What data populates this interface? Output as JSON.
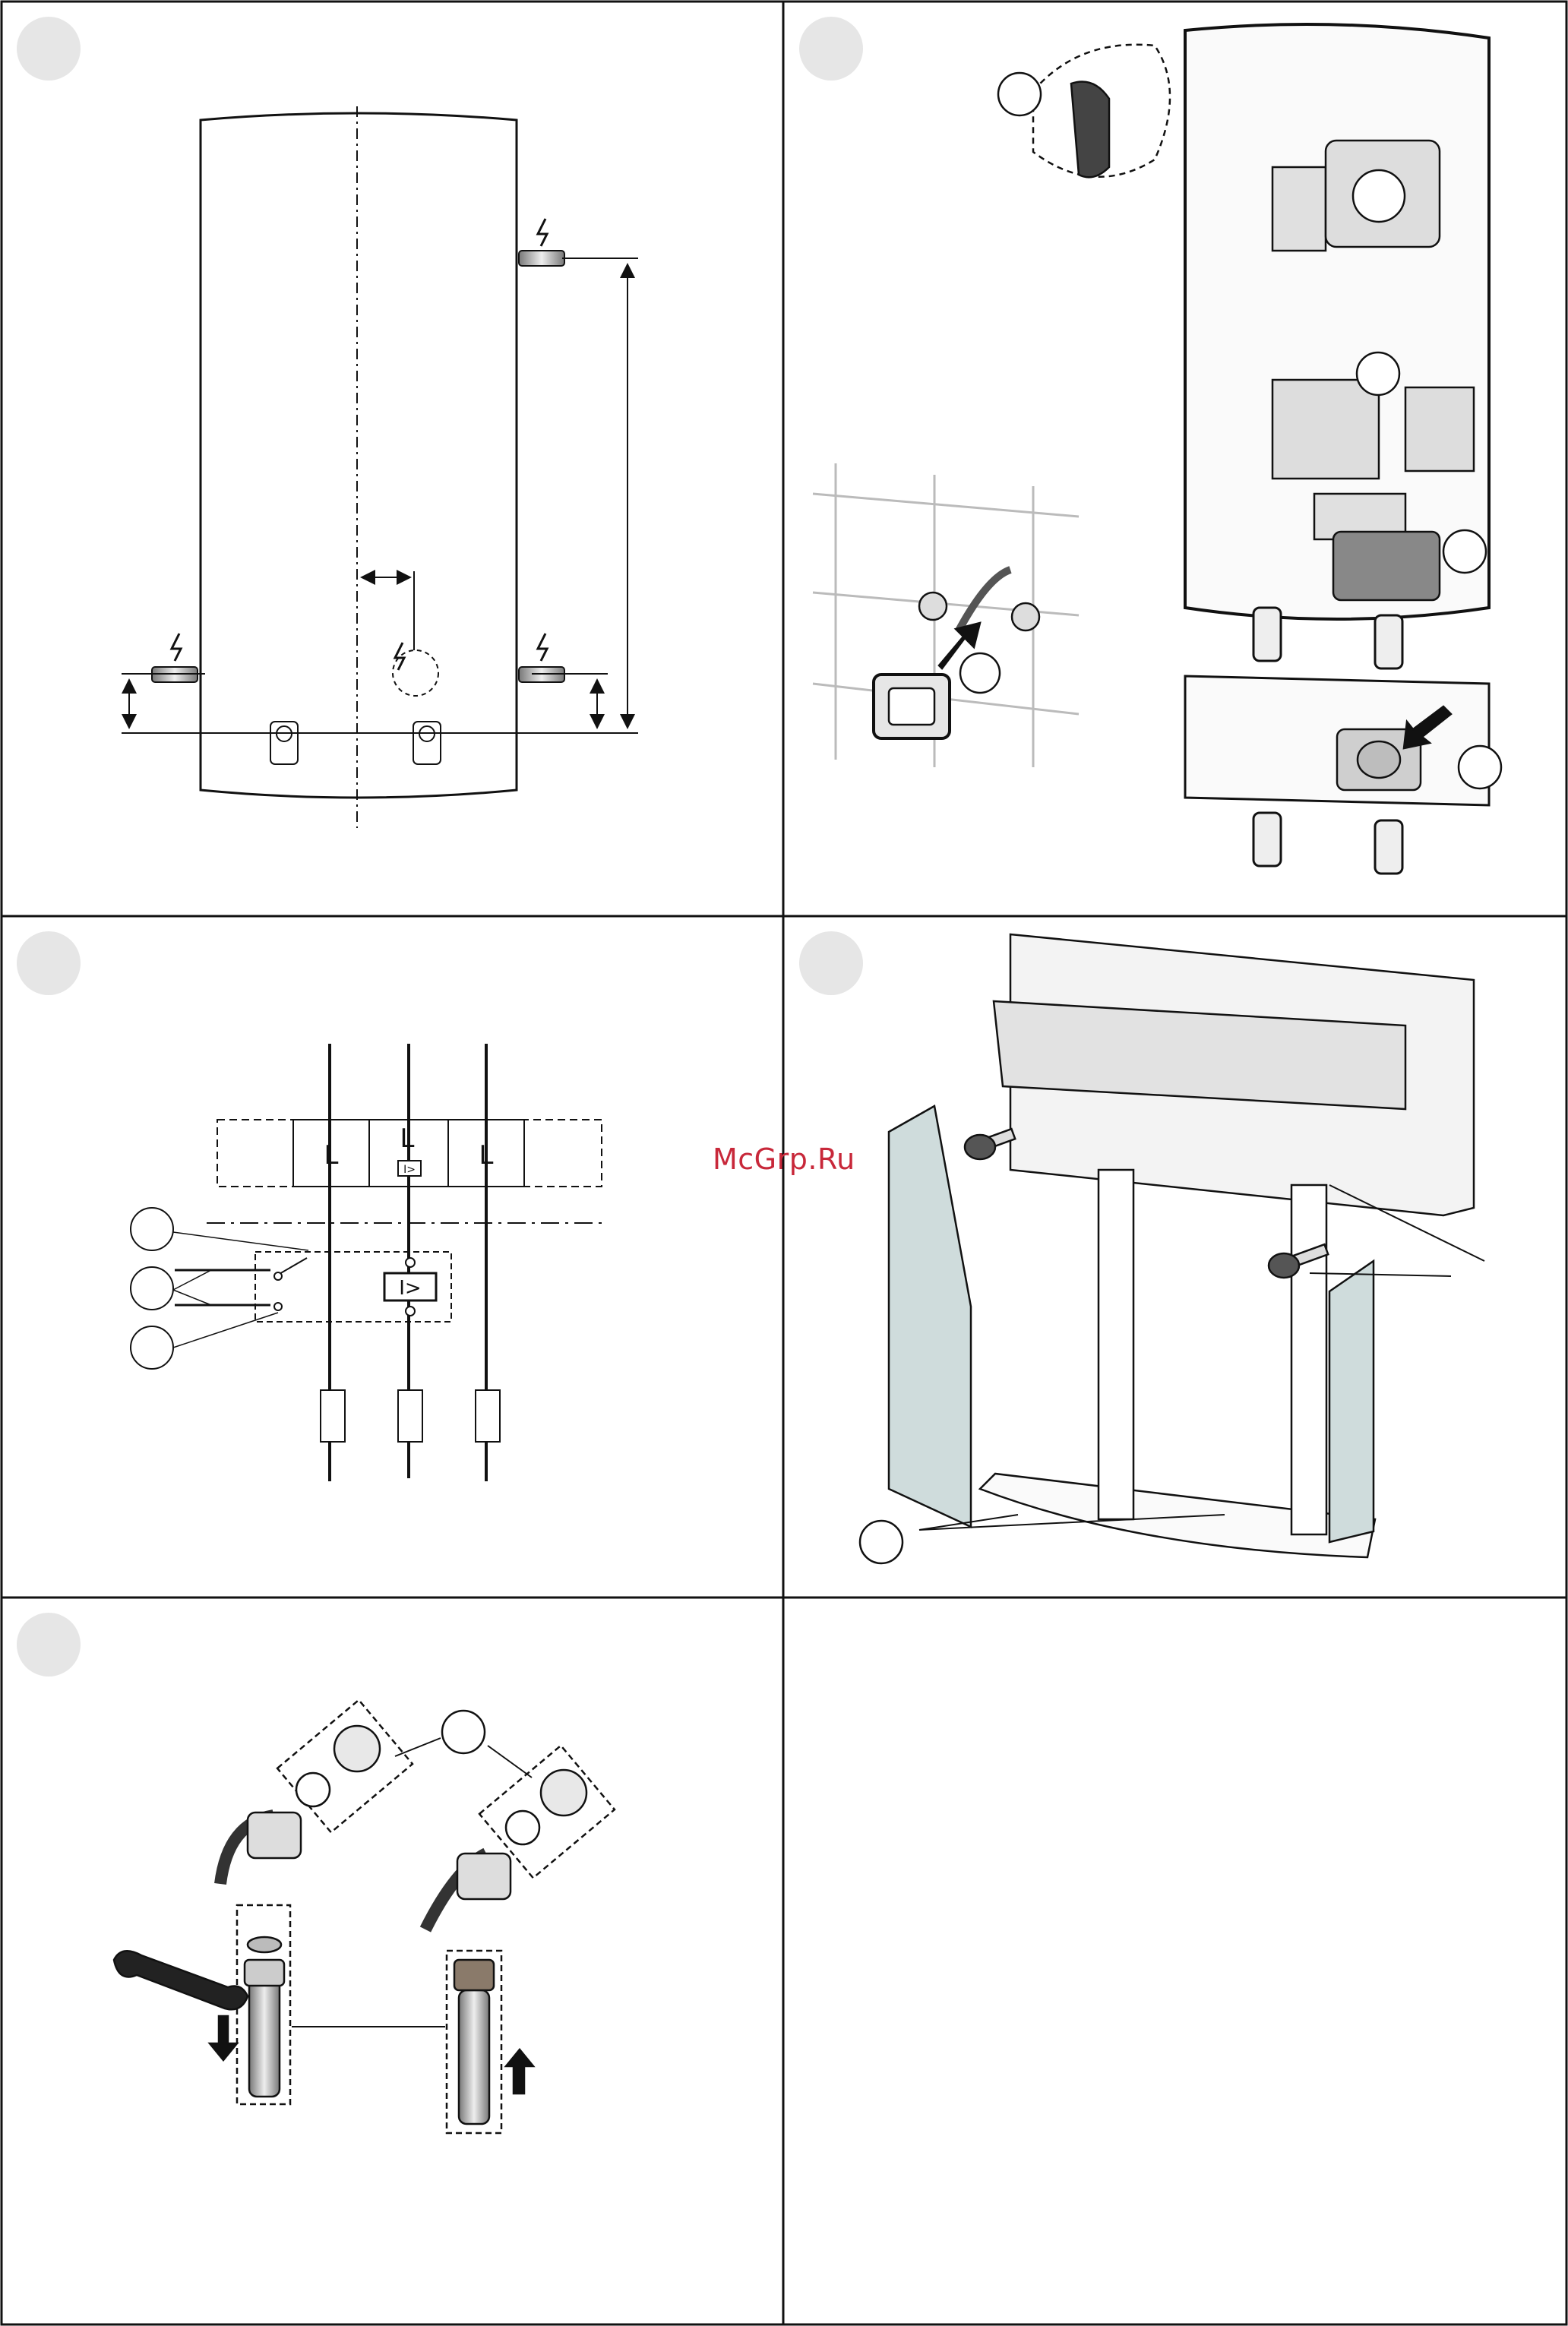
{
  "page": {
    "watermark": "McGrp.Ru"
  },
  "panels": [
    {
      "id": "dimensions",
      "badge": ""
    },
    {
      "id": "electrical-connection",
      "badge": ""
    },
    {
      "id": "wiring-diagram",
      "badge": "",
      "terminals": [
        "L",
        "L",
        "L"
      ],
      "limiter_symbol": "I>"
    },
    {
      "id": "mounting-cover",
      "badge": ""
    },
    {
      "id": "water-connection",
      "badge": ""
    },
    {
      "id": "empty",
      "badge": ""
    }
  ],
  "colors": {
    "line": "#111111",
    "badge": "#e6e6e6",
    "accent": "#c8283a",
    "panel_fill": "#cfdcdc",
    "cover_fill": "#e2e2e2"
  }
}
